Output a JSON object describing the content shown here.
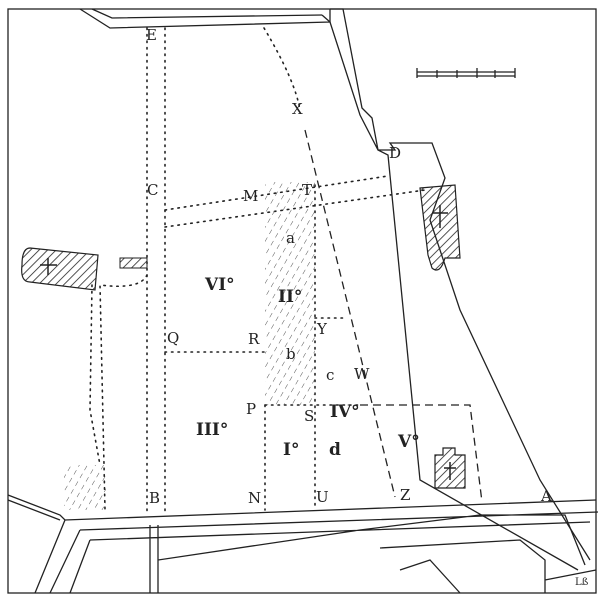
{
  "map": {
    "points": {
      "E": "E",
      "X": "X",
      "D": "D",
      "C": "C",
      "M": "M",
      "T": "T",
      "Y": "Y",
      "Q": "Q",
      "R": "R",
      "P": "P",
      "S": "S",
      "W": "W",
      "B": "B",
      "N": "N",
      "U": "U",
      "Z": "Z",
      "A": "A"
    },
    "zones": {
      "a": "a",
      "b": "b",
      "c": "c",
      "d": "d",
      "I": "I°",
      "II": "II°",
      "III": "III°",
      "IV": "IV°",
      "V": "V°",
      "VI": "VI°"
    },
    "signature": "Lß"
  }
}
